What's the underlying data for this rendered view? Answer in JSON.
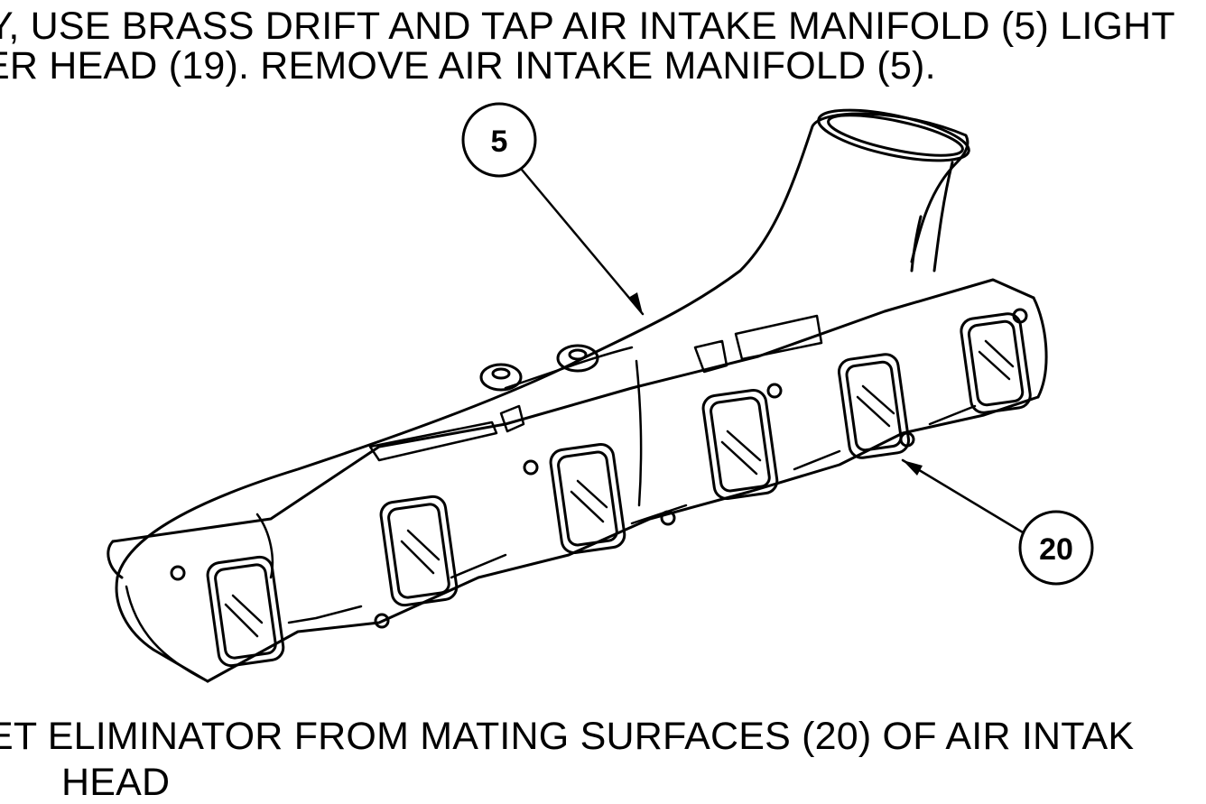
{
  "instructions": {
    "line1": "Y, USE BRASS DRIFT AND TAP AIR INTAKE MANIFOLD (5) LIGHT",
    "line2": "ER HEAD (19). REMOVE AIR INTAKE MANIFOLD (5).",
    "line3": "ET ELIMINATOR FROM MATING SURFACES (20) OF AIR INTAK",
    "line4": "HEAD"
  },
  "figure": {
    "callouts": {
      "manifold": "5",
      "mating_surfaces": "20"
    }
  },
  "colors": {
    "ink": "#000000",
    "paper": "#ffffff"
  }
}
